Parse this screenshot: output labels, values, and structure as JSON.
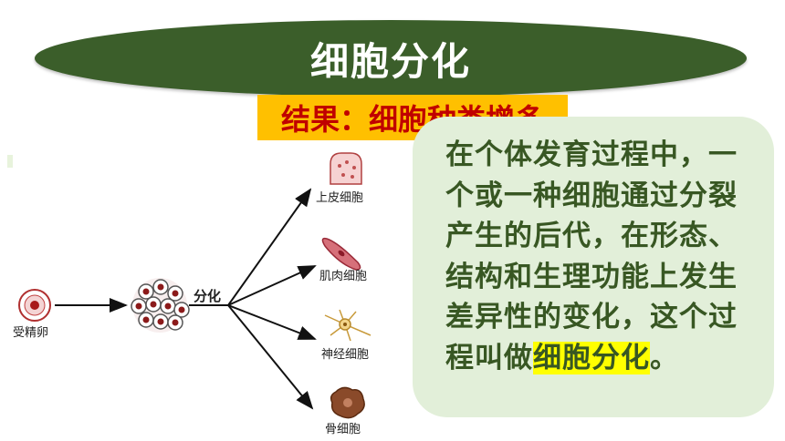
{
  "title": "细胞分化",
  "result": "结果：细胞种类增多",
  "definition": {
    "text_main": "在个体发育过程中，一个或一种细胞通过分裂产生的后代，在形态、结构和生理功能上发生差异性的变化，这个过程叫做",
    "text_highlight": "细胞分化",
    "text_end": "。"
  },
  "diagram": {
    "start_label": "受精卵",
    "process_label": "分化",
    "cell_types": [
      "上皮细胞",
      "肌肉细胞",
      "神经细胞",
      "骨细胞"
    ]
  },
  "colors": {
    "title_bg": "#3b5e2a",
    "banner_bg": "#ffc000",
    "banner_text": "#c00000",
    "box_bg": "#e2efd9",
    "box_text": "#385723",
    "highlight": "#ffff00"
  }
}
